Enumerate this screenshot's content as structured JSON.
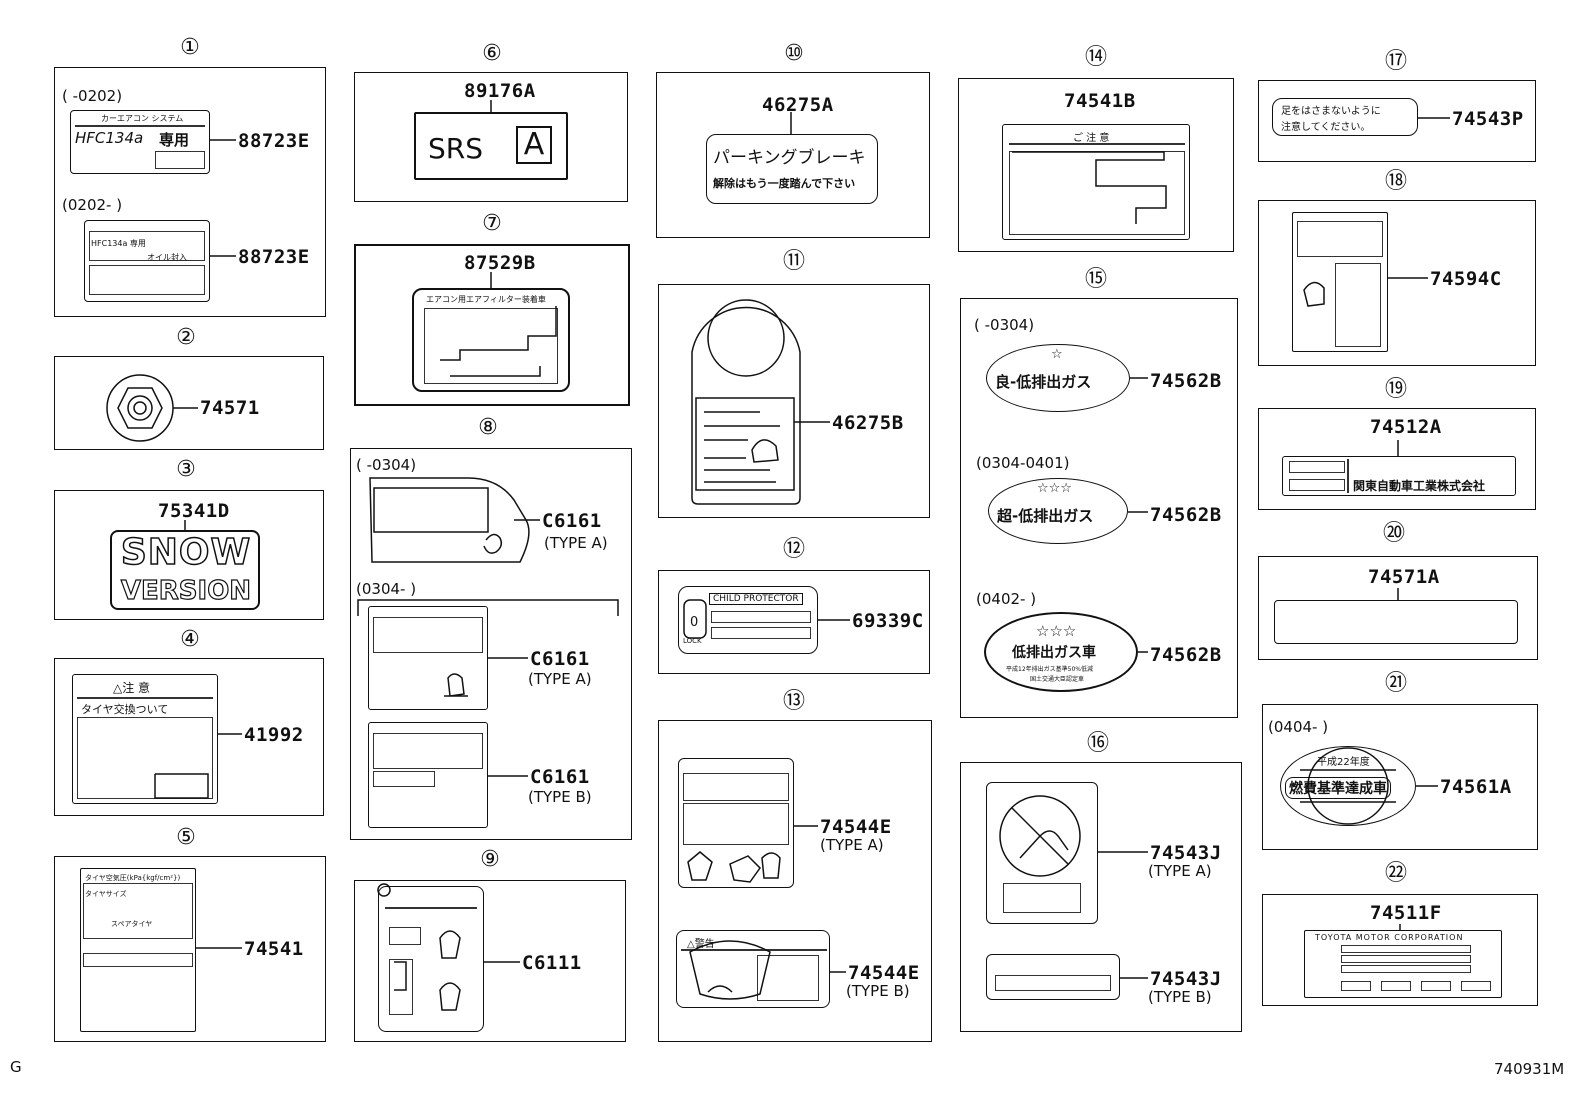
{
  "items": {
    "i1": {
      "num": "①",
      "ranges": [
        "(        -0202)",
        "(0202-        )"
      ],
      "parts": [
        "88723E",
        "88723E"
      ],
      "label_text": [
        "HFC134a",
        "専用",
        "カーエアコン システム",
        "HFC134a 専用",
        "オイル封入"
      ]
    },
    "i2": {
      "num": "②",
      "parts": [
        "74571"
      ]
    },
    "i3": {
      "num": "③",
      "parts": [
        "75341D"
      ],
      "label_text": [
        "SNOW",
        "VERSION"
      ]
    },
    "i4": {
      "num": "④",
      "parts": [
        "41992"
      ],
      "label_text": [
        "△注 意",
        "タイヤ交換ついて"
      ]
    },
    "i5": {
      "num": "⑤",
      "parts": [
        "74541"
      ],
      "label_text": [
        "タイヤ空気圧(kPa{kgf/cm²})",
        "タイヤサイズ",
        "スペアタイヤ"
      ]
    },
    "i6": {
      "num": "⑥",
      "parts": [
        "89176A"
      ],
      "label_text": [
        "SRS",
        "A"
      ]
    },
    "i7": {
      "num": "⑦",
      "parts": [
        "87529B"
      ],
      "label_text": [
        "エアコン用エアフィルター装着車"
      ]
    },
    "i8": {
      "num": "⑧",
      "ranges": [
        "(        -0304)",
        "(0304-        )"
      ],
      "parts": [
        "C6161",
        "C6161",
        "C6161"
      ],
      "types": [
        "(TYPE A)",
        "(TYPE A)",
        "(TYPE B)"
      ]
    },
    "i9": {
      "num": "⑨",
      "parts": [
        "C6111"
      ]
    },
    "i10": {
      "num": "⑩",
      "parts": [
        "46275A"
      ],
      "label_text": [
        "パーキングブレーキ",
        "解除はもう一度踏んで下さい"
      ]
    },
    "i11": {
      "num": "⑪",
      "parts": [
        "46275B"
      ]
    },
    "i12": {
      "num": "⑫",
      "parts": [
        "69339C"
      ],
      "label_text": [
        "CHILD PROTECTOR",
        "LOCK"
      ]
    },
    "i13": {
      "num": "⑬",
      "parts": [
        "74544E",
        "74544E"
      ],
      "types": [
        "(TYPE A)",
        "(TYPE B)"
      ],
      "label_text": [
        "△警告"
      ]
    },
    "i14": {
      "num": "⑭",
      "parts": [
        "74541B"
      ],
      "label_text": [
        "ご 注 意"
      ]
    },
    "i15": {
      "num": "⑮",
      "ranges": [
        "(        -0304)",
        "(0304-0401)",
        "(0402-        )"
      ],
      "parts": [
        "74562B",
        "74562B",
        "74562B"
      ],
      "label_text": [
        "良-低排出ガス",
        "超-低排出ガス",
        "低排出ガス車",
        "平成12年排出ガス基準50%低減",
        "国土交通大臣認定車"
      ]
    },
    "i16": {
      "num": "⑯",
      "parts": [
        "74543J",
        "74543J"
      ],
      "types": [
        "(TYPE A)",
        "(TYPE B)"
      ]
    },
    "i17": {
      "num": "⑰",
      "parts": [
        "74543P"
      ],
      "label_text": [
        "足をはさまないように",
        "注意してください。"
      ]
    },
    "i18": {
      "num": "⑱",
      "parts": [
        "74594C"
      ]
    },
    "i19": {
      "num": "⑲",
      "parts": [
        "74512A"
      ],
      "label_text": [
        "関東自動車工業株式会社"
      ]
    },
    "i20": {
      "num": "⑳",
      "parts": [
        "74571A"
      ]
    },
    "i21": {
      "num": "㉑",
      "ranges": [
        "(0404-        )"
      ],
      "parts": [
        "74561A"
      ],
      "label_text": [
        "平成22年度",
        "燃費基準達成車"
      ]
    },
    "i22": {
      "num": "㉒",
      "parts": [
        "74511F"
      ],
      "label_text": [
        "TOYOTA MOTOR CORPORATION"
      ]
    }
  },
  "corner_left": "G",
  "corner_right": "740931M"
}
